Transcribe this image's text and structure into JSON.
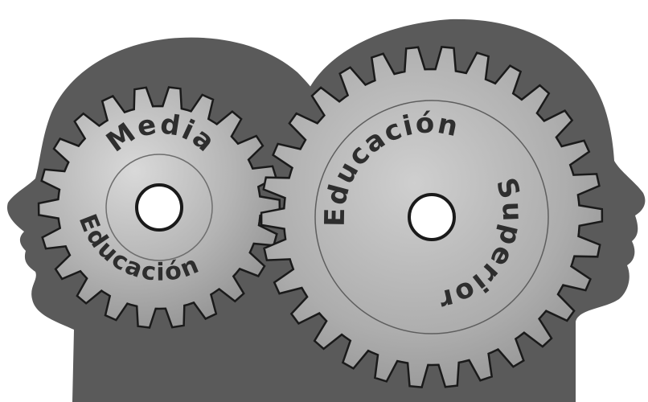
{
  "colors": {
    "background": "#ffffff",
    "head": "#5a5a5a",
    "gear_light": "#c6c6c6",
    "gear_mid": "#9a9a9a",
    "gear_outline": "#1a1a1a",
    "text": "#2e2e2e"
  },
  "gears": {
    "left": {
      "label_top": "Media",
      "label_bottom": "Educación"
    },
    "right": {
      "label_top": "Educación",
      "label_side": "Superior"
    }
  }
}
